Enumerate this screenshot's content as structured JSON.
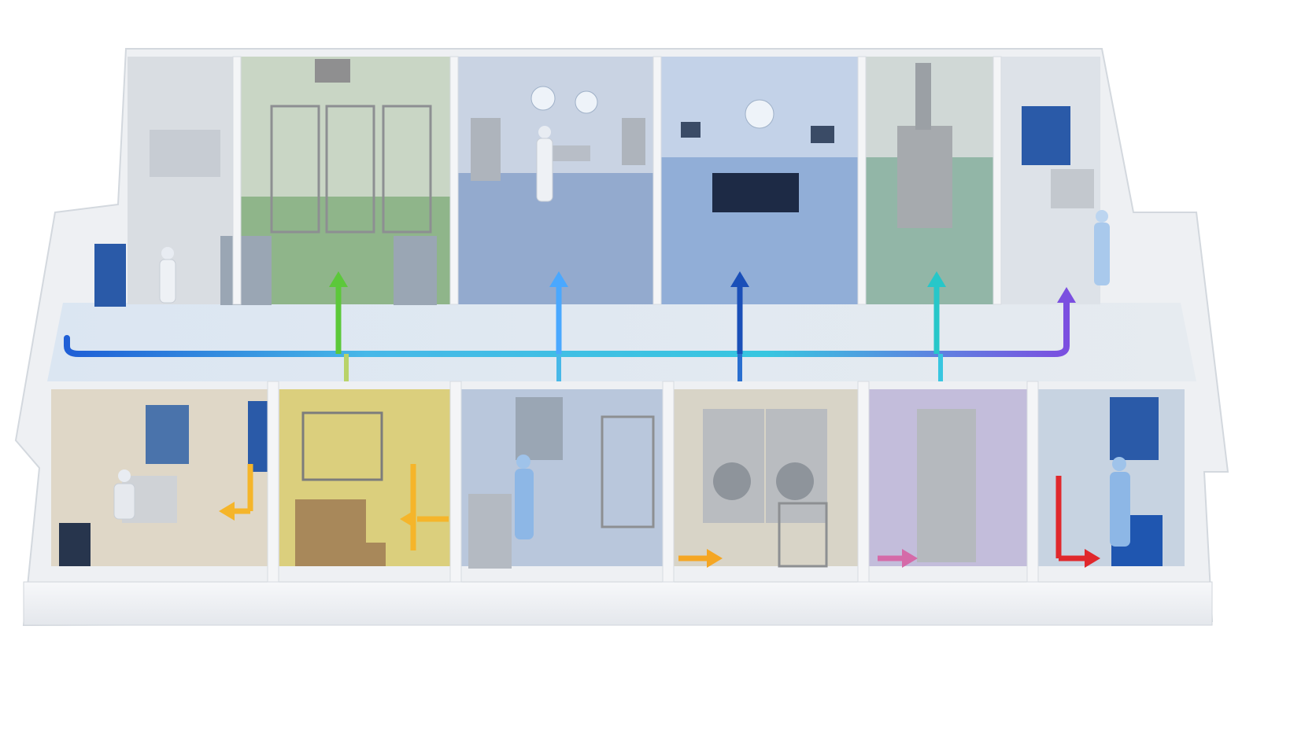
{
  "facility": {
    "upper_rooms": [
      {
        "id": "anteroom",
        "floor": "#d9dde2",
        "icon": "sink-bench-icon"
      },
      {
        "id": "animal-housing",
        "floor": "#5e9a5a",
        "icon": "cage-rack-icon"
      },
      {
        "id": "procedure-lab",
        "floor": "#6f90c0",
        "icon": "workbench-icon"
      },
      {
        "id": "surgery-suite",
        "floor": "#6f96cc",
        "icon": "operating-table-icon"
      },
      {
        "id": "incinerator",
        "floor": "#5e9a82",
        "icon": "incinerator-icon"
      },
      {
        "id": "clean-exit",
        "floor": "#cfd6de",
        "icon": "door-icon"
      }
    ],
    "lower_rooms": [
      {
        "id": "office",
        "floor": "#d8ccb3",
        "icon": "desk-icon"
      },
      {
        "id": "feed-bedding-store",
        "floor": "#d4c455",
        "icon": "sack-icon"
      },
      {
        "id": "cage-wash",
        "floor": "#8ea6c9",
        "icon": "sink-icon"
      },
      {
        "id": "laundry",
        "floor": "#cfc7b3",
        "icon": "washer-icon"
      },
      {
        "id": "clean-storage",
        "floor": "#a79bcc",
        "icon": "cabinet-icon"
      },
      {
        "id": "waste-room",
        "floor": "#aebfd6",
        "icon": "bin-icon"
      }
    ],
    "flow_colors": {
      "main": "#1f5fd6",
      "housing": "#5cc83a",
      "lab": "#4aa8ff",
      "surgery": "#1a4fb8",
      "incinerator": "#27c7c9",
      "exit": "#7b4fe0",
      "feed": "#f5b52a",
      "laundry": "#f5a623",
      "storage": "#d56aa8",
      "waste": "#e0282c"
    }
  }
}
